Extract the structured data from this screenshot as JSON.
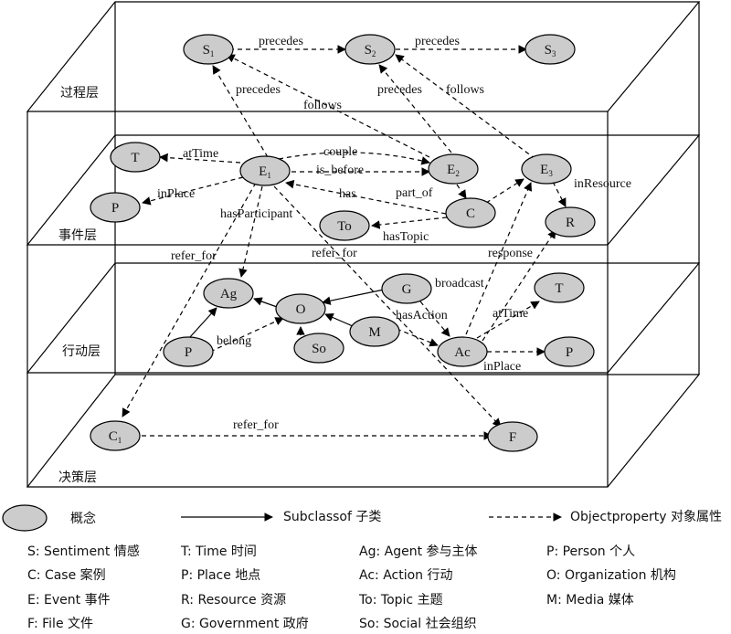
{
  "layers": [
    {
      "id": "process",
      "label": "过程层"
    },
    {
      "id": "event",
      "label": "事件层"
    },
    {
      "id": "action",
      "label": "行动层"
    },
    {
      "id": "decision",
      "label": "决策层"
    }
  ],
  "nodes": [
    {
      "id": "S1",
      "label": "S",
      "sub": "1"
    },
    {
      "id": "S2",
      "label": "S",
      "sub": "2"
    },
    {
      "id": "S3",
      "label": "S",
      "sub": "3"
    },
    {
      "id": "T_e",
      "label": "T",
      "sub": ""
    },
    {
      "id": "E1",
      "label": "E",
      "sub": "1"
    },
    {
      "id": "E2",
      "label": "E",
      "sub": "2"
    },
    {
      "id": "E3",
      "label": "E",
      "sub": "3"
    },
    {
      "id": "P_e",
      "label": "P",
      "sub": ""
    },
    {
      "id": "To",
      "label": "To",
      "sub": ""
    },
    {
      "id": "C",
      "label": "C",
      "sub": ""
    },
    {
      "id": "R",
      "label": "R",
      "sub": ""
    },
    {
      "id": "Ag",
      "label": "Ag",
      "sub": ""
    },
    {
      "id": "O",
      "label": "O",
      "sub": ""
    },
    {
      "id": "G",
      "label": "G",
      "sub": ""
    },
    {
      "id": "T_a",
      "label": "T",
      "sub": ""
    },
    {
      "id": "M",
      "label": "M",
      "sub": ""
    },
    {
      "id": "P_a",
      "label": "P",
      "sub": ""
    },
    {
      "id": "So",
      "label": "So",
      "sub": ""
    },
    {
      "id": "Ac",
      "label": "Ac",
      "sub": ""
    },
    {
      "id": "P_a2",
      "label": "P",
      "sub": ""
    },
    {
      "id": "C1",
      "label": "C",
      "sub": "1"
    },
    {
      "id": "F",
      "label": "F",
      "sub": ""
    }
  ],
  "edges": [
    {
      "from": "S1",
      "to": "S2",
      "kind": "objectproperty",
      "label": "precedes"
    },
    {
      "from": "S2",
      "to": "S3",
      "kind": "objectproperty",
      "label": "precedes"
    },
    {
      "from": "E1",
      "to": "S1",
      "kind": "objectproperty",
      "label": "precedes"
    },
    {
      "from": "E2",
      "to": "S1",
      "kind": "objectproperty",
      "label": "follows"
    },
    {
      "from": "E2",
      "to": "S2",
      "kind": "objectproperty",
      "label": "precedes"
    },
    {
      "from": "E3",
      "to": "S2",
      "kind": "objectproperty",
      "label": "follows"
    },
    {
      "from": "E1",
      "to": "T_e",
      "kind": "objectproperty",
      "label": "atTime"
    },
    {
      "from": "E1",
      "to": "E2",
      "kind": "objectproperty",
      "label": "couple"
    },
    {
      "from": "E1",
      "to": "E2",
      "kind": "objectproperty",
      "label": "is_before"
    },
    {
      "from": "E1",
      "to": "P_e",
      "kind": "objectproperty",
      "label": "inPlace"
    },
    {
      "from": "C",
      "to": "E1",
      "kind": "objectproperty",
      "label": "has"
    },
    {
      "from": "E2",
      "to": "C",
      "kind": "objectproperty",
      "label": "part_of"
    },
    {
      "from": "C",
      "to": "E3",
      "kind": "objectproperty",
      "label": ""
    },
    {
      "from": "C",
      "to": "To",
      "kind": "objectproperty",
      "label": "hasTopic"
    },
    {
      "from": "E3",
      "to": "R",
      "kind": "objectproperty",
      "label": "inResource"
    },
    {
      "from": "E1",
      "to": "Ag",
      "kind": "objectproperty",
      "label": "hasParticipant"
    },
    {
      "from": "E1",
      "to": "C1",
      "kind": "objectproperty",
      "label": "refer_for"
    },
    {
      "from": "E1",
      "to": "F",
      "kind": "objectproperty",
      "label": "refer_for"
    },
    {
      "from": "Ac",
      "to": "R",
      "kind": "objectproperty",
      "label": "response"
    },
    {
      "from": "Ac",
      "to": "E3",
      "kind": "objectproperty",
      "label": ""
    },
    {
      "from": "G",
      "to": "O",
      "kind": "subclassof",
      "label": ""
    },
    {
      "from": "M",
      "to": "O",
      "kind": "subclassof",
      "label": ""
    },
    {
      "from": "So",
      "to": "O",
      "kind": "subclassof",
      "label": ""
    },
    {
      "from": "O",
      "to": "Ag",
      "kind": "subclassof",
      "label": ""
    },
    {
      "from": "P_a",
      "to": "Ag",
      "kind": "subclassof",
      "label": ""
    },
    {
      "from": "P_a",
      "to": "O",
      "kind": "objectproperty",
      "label": "belong"
    },
    {
      "from": "G",
      "to": "Ac",
      "kind": "objectproperty",
      "label": "broadcast"
    },
    {
      "from": "M",
      "to": "Ac",
      "kind": "objectproperty",
      "label": "hasAction"
    },
    {
      "from": "Ac",
      "to": "T_a",
      "kind": "objectproperty",
      "label": "atTime"
    },
    {
      "from": "Ac",
      "to": "P_a2",
      "kind": "objectproperty",
      "label": "inPlace"
    },
    {
      "from": "C1",
      "to": "F",
      "kind": "objectproperty",
      "label": "refer_for"
    }
  ],
  "legend": {
    "concept": "概念",
    "subclassof": "Subclassof 子类",
    "objectproperty": "Objectproperty 对象属性",
    "abbreviations": [
      "S: Sentiment 情感",
      "T: Time 时间",
      "Ag: Agent 参与主体",
      "P: Person 个人",
      "C: Case 案例",
      "P: Place 地点",
      "Ac: Action 行动",
      "O: Organization 机构",
      "E: Event 事件",
      "R: Resource 资源",
      "To: Topic 主题",
      "M: Media 媒体",
      "F: File 文件",
      "G: Government 政府",
      "So: Social 社会组织"
    ]
  }
}
